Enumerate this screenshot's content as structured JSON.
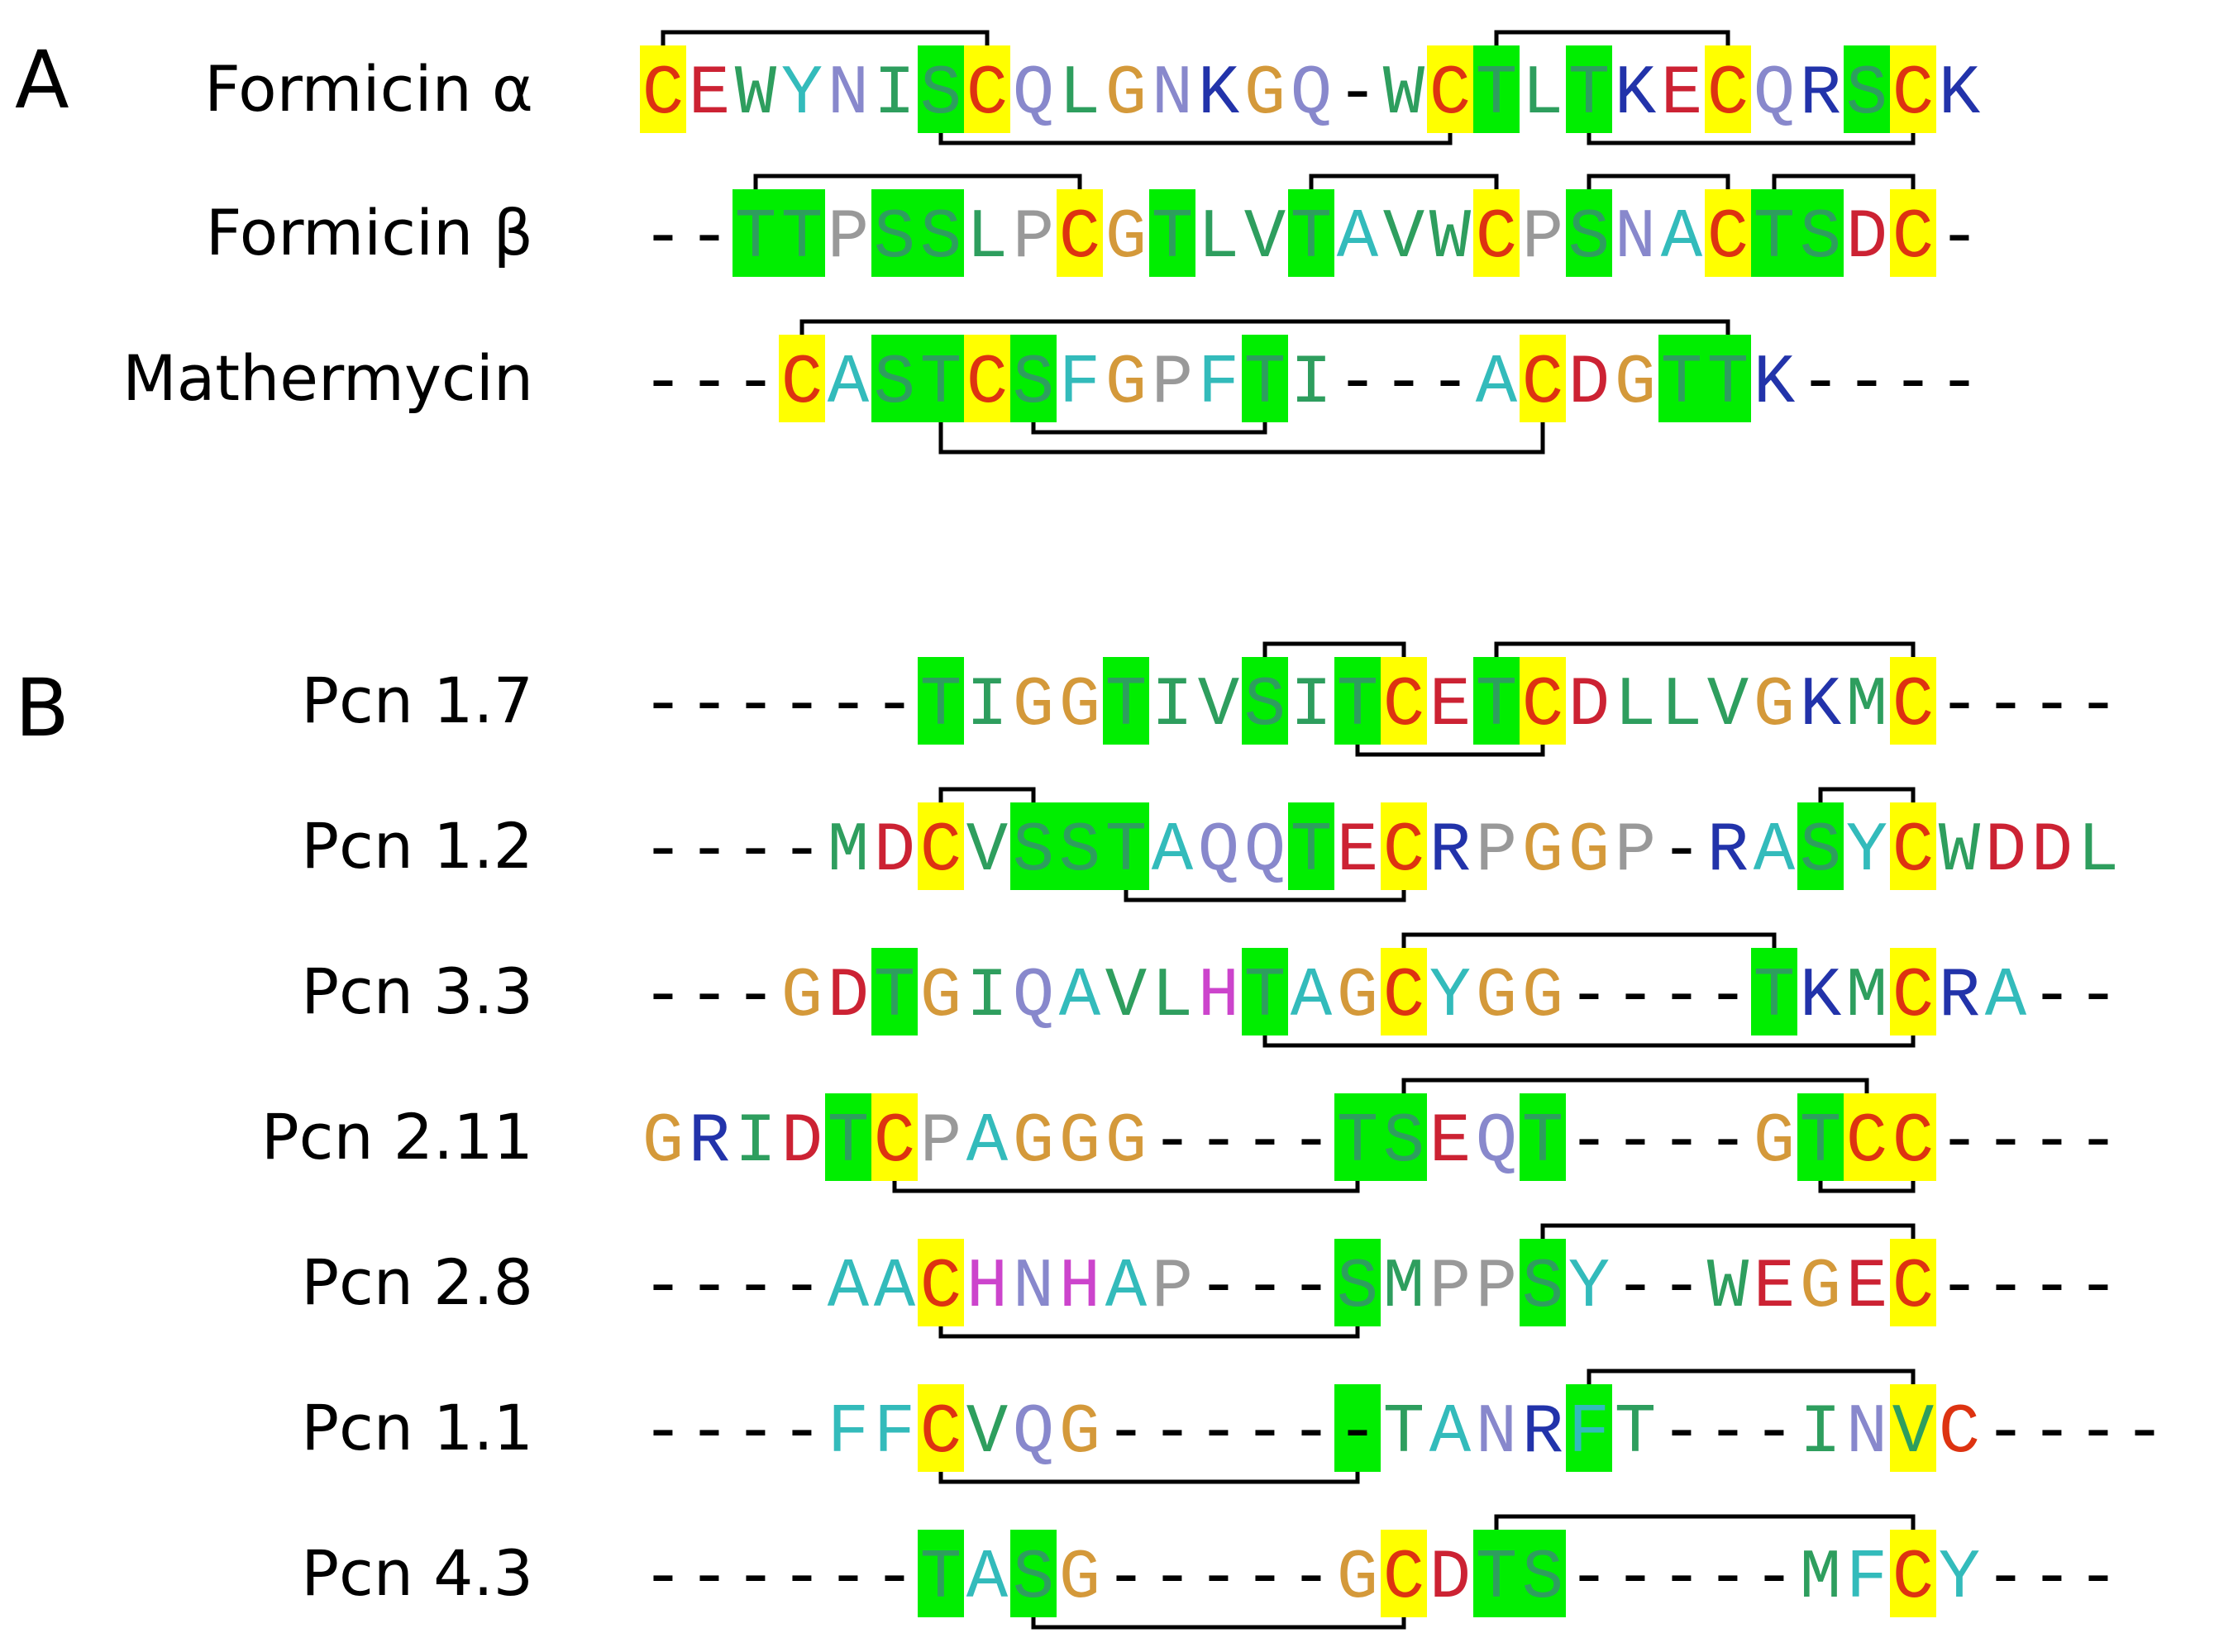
{
  "colors": {
    "cys_highlight": "#ffff00",
    "ser_thr_highlight": "#00ee00",
    "bond_line": "#000000",
    "residue_palette": {
      "C": "#dd3311",
      "E": "#cc2233",
      "D": "#cc2233",
      "W": "#2e9e5e",
      "Y": "#33bbbb",
      "N": "#8888cc",
      "I": "#2e9e5e",
      "S": "#2e9e5e",
      "T": "#2e9e5e",
      "Q": "#8888cc",
      "L": "#2e9e5e",
      "G": "#d4993a",
      "K": "#2233aa",
      "R": "#2233aa",
      "P": "#999999",
      "V": "#2e9e5e",
      "A": "#33bbbb",
      "F": "#33bbbb",
      "M": "#2e9e5e",
      "H": "#cc44cc",
      "-": "#000000"
    }
  },
  "panels": [
    {
      "letter": "A",
      "rows": [
        {
          "name": "Formicin α",
          "sequence": "CEWYNISCQLGNKGQ-WCTLTKECQRSCK",
          "yellow": [
            0,
            7,
            17,
            23,
            27
          ],
          "green": [
            6,
            18,
            20,
            26
          ],
          "bonds": [
            {
              "from": 0,
              "to": 7,
              "side": "top"
            },
            {
              "from": 18,
              "to": 23,
              "side": "top"
            },
            {
              "from": 6,
              "to": 17,
              "side": "bottom"
            },
            {
              "from": 20,
              "to": 27,
              "side": "bottom"
            }
          ]
        },
        {
          "name": "Formicin β",
          "sequence": "--TTPSSLPCGTLVTAVWCPSNACTSDC-",
          "yellow": [
            9,
            18,
            23,
            27
          ],
          "green": [
            2,
            3,
            5,
            6,
            11,
            14,
            20,
            24,
            25
          ],
          "bonds": [
            {
              "from": 2,
              "to": 9,
              "side": "top"
            },
            {
              "from": 14,
              "to": 18,
              "side": "top"
            },
            {
              "from": 20,
              "to": 23,
              "side": "top"
            },
            {
              "from": 24,
              "to": 27,
              "side": "top"
            }
          ]
        },
        {
          "name": "Mathermycin",
          "sequence": "---CASTCSFGPFTI---ACDGTTK----",
          "yellow": [
            3,
            7,
            19
          ],
          "green": [
            5,
            6,
            8,
            13,
            22,
            23
          ],
          "bonds": [
            {
              "from": 3,
              "to": 23,
              "side": "top"
            },
            {
              "from": 8,
              "to": 13,
              "side": "bottom"
            },
            {
              "from": 6,
              "to": 19,
              "side": "bottom2"
            }
          ]
        }
      ]
    },
    {
      "letter": "B",
      "rows": [
        {
          "name": "Pcn 1.7",
          "sequence": "------TIGGTIVSITCETCDLLVGKMC----",
          "yellow": [
            16,
            19,
            27
          ],
          "green": [
            6,
            10,
            13,
            15,
            18
          ],
          "bonds": [
            {
              "from": 13,
              "to": 16,
              "side": "top"
            },
            {
              "from": 18,
              "to": 27,
              "side": "top"
            },
            {
              "from": 15,
              "to": 19,
              "side": "bottom"
            }
          ]
        },
        {
          "name": "Pcn 1.2",
          "sequence": "----MDCVSSTAQQTECRPGGP-RASYCWDDL",
          "yellow": [
            6,
            16,
            27
          ],
          "green": [
            8,
            9,
            10,
            14,
            25
          ],
          "bonds": [
            {
              "from": 6,
              "to": 8,
              "side": "top"
            },
            {
              "from": 25,
              "to": 27,
              "side": "top"
            },
            {
              "from": 10,
              "to": 16,
              "side": "bottom"
            }
          ]
        },
        {
          "name": "Pcn 3.3",
          "sequence": "---GDTGIQAVLHTAGCYGG----TKMCRA--",
          "yellow": [
            16,
            27
          ],
          "green": [
            5,
            13,
            24
          ],
          "bonds": [
            {
              "from": 16,
              "to": 24,
              "side": "top"
            },
            {
              "from": 13,
              "to": 27,
              "side": "bottom"
            }
          ]
        },
        {
          "name": "Pcn 2.11",
          "sequence": "GRIDTCPAGGG----TSEQT----GTCC----",
          "yellow": [
            5,
            26,
            27
          ],
          "green": [
            4,
            15,
            16,
            19,
            25
          ],
          "bonds": [
            {
              "from": 16,
              "to": 26,
              "side": "top"
            },
            {
              "from": 5,
              "to": 15,
              "side": "bottom"
            },
            {
              "from": 25,
              "to": 27,
              "side": "bottom"
            }
          ]
        },
        {
          "name": "Pcn 2.8",
          "sequence": "----AACHNHAP---SMPPSY--WEGEC----",
          "yellow": [
            6,
            27
          ],
          "green": [
            15,
            19
          ],
          "bonds": [
            {
              "from": 19,
              "to": 27,
              "side": "top"
            },
            {
              "from": 6,
              "to": 15,
              "side": "bottom"
            }
          ]
        },
        {
          "name": "Pcn 1.1",
          "sequence": "----FFCVQG------TANRFT---INVC----",
          "yellow": [
            6,
            27
          ],
          "green": [
            15,
            20
          ],
          "bonds": [
            {
              "from": 20,
              "to": 27,
              "side": "top"
            },
            {
              "from": 6,
              "to": 15,
              "side": "bottom"
            }
          ]
        },
        {
          "name": "Pcn 4.3",
          "sequence": "------TASG-----GCDTS-----MFCY---",
          "yellow": [
            16,
            27
          ],
          "green": [
            6,
            8,
            18,
            19
          ],
          "bonds": [
            {
              "from": 18,
              "to": 27,
              "side": "top"
            },
            {
              "from": 8,
              "to": 16,
              "side": "bottom"
            }
          ]
        }
      ]
    }
  ]
}
